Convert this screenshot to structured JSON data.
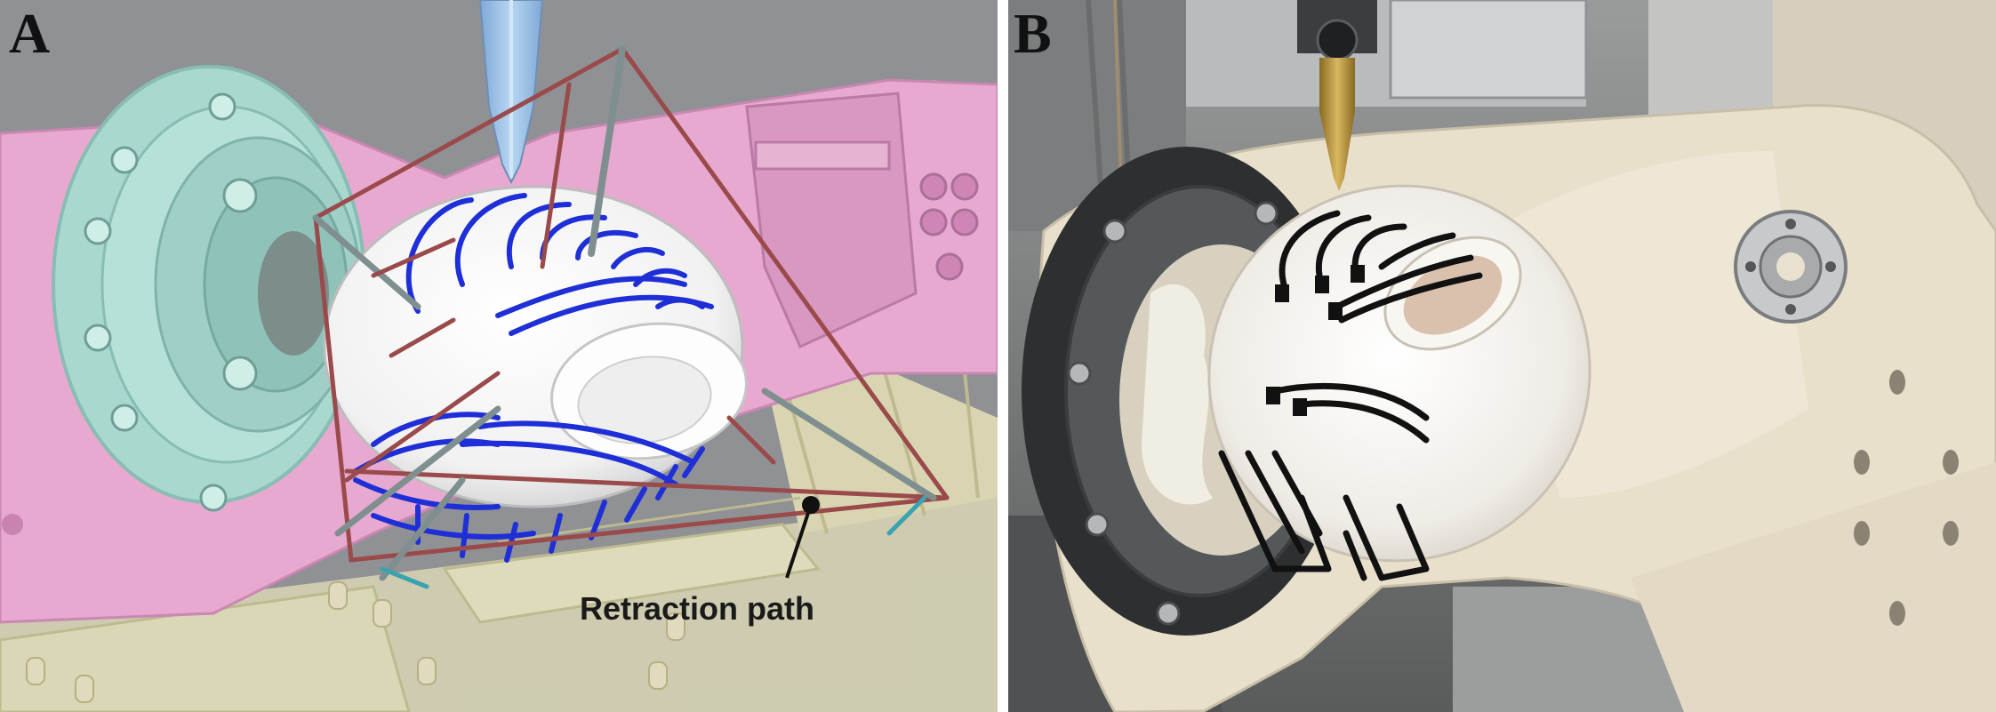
{
  "panels": [
    {
      "label": "A",
      "description_kind": "cad-rendering"
    },
    {
      "label": "B",
      "description_kind": "photograph"
    }
  ],
  "annotation": {
    "text": "Retraction path"
  },
  "colors": {
    "background_gray": "#8f9194",
    "arm_pink": "#e7a9cf",
    "mount_teal": "#a9d8cf",
    "frame_yellow": "#e6e2b8",
    "print_blue": "#1f2fd8",
    "path_red": "#9a4a4a",
    "path_gray": "#7f8e8e",
    "nozzle_blue": "#9ec4e8",
    "nozzle_brass": "#b8943a",
    "print_black": "#111111",
    "part_white": "#f6f4ef",
    "machine_cream": "#e9e0cc"
  }
}
